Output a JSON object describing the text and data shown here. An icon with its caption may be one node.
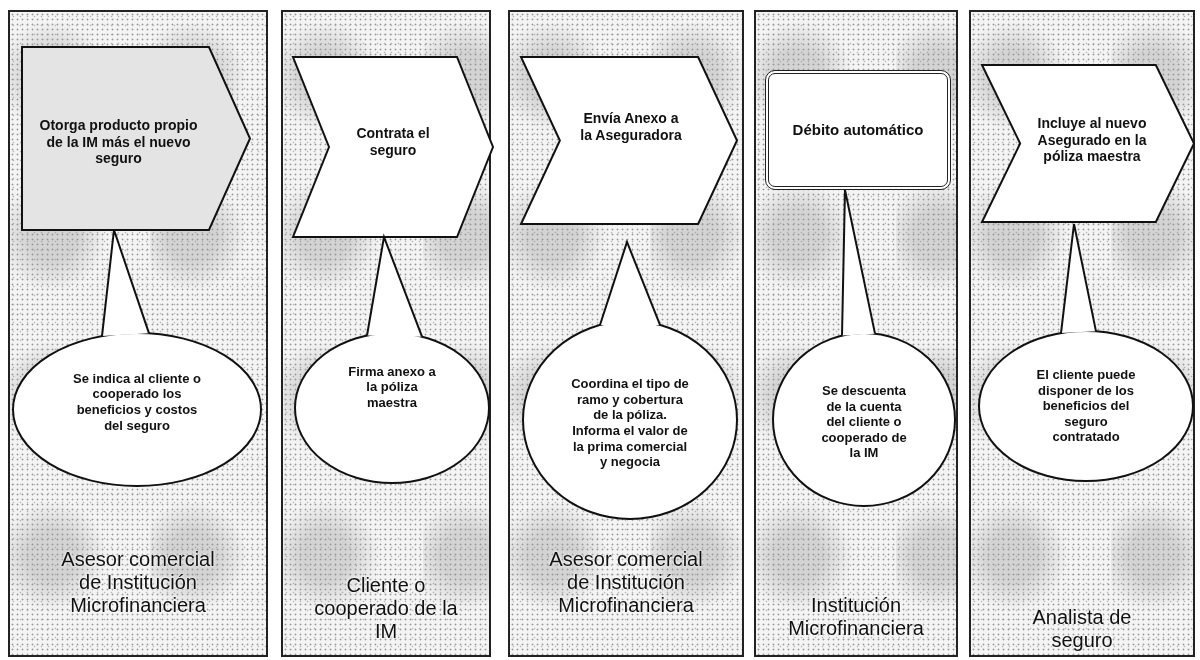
{
  "diagram": {
    "nodes": [
      {
        "text": [
          "Asesor comercial de Institución Microfinanciera"
        ]
      },
      {
        "text": [
          "Otorga producto propio de la IM más el nuevo seguro"
        ],
        "in": 0
      },
      {
        "text": [
          "Se indica al cliente o cooperado los beneficios y costos del seguro"
        ],
        "in": 0
      },
      {
        "text": [
          "Cliente o cooperado de la IM"
        ]
      },
      {
        "text": [
          "Contrata el seguro"
        ],
        "in": 3
      },
      {
        "text": [
          "Firma anexo a la póliza maestra"
        ],
        "in": 3
      },
      {
        "text": [
          "Asesor comercial de Institución Microfinanciera"
        ]
      },
      {
        "text": [
          "Envía Anexo a la Aseguradora"
        ],
        "in": 6
      },
      {
        "text": [
          "Coordina el tipo de ramo y cobertura de la póliza. Informa el valor de la prima comercial y negocia"
        ],
        "in": 6
      },
      {
        "text": [
          "Institución Microfinanciera"
        ]
      },
      {
        "text": [
          "Débito automático"
        ],
        "in": 9
      },
      {
        "text": [
          "Se descuenta de la cuenta del cliente o cooperado de la IM"
        ],
        "in": 9
      },
      {
        "text": [
          "Analista de seguro"
        ]
      },
      {
        "text": [
          "Incluye al nuevo Asegurado en la póliza maestra"
        ],
        "in": 12
      },
      {
        "text": [
          "El cliente puede disponer de los beneficios del seguro contratado"
        ],
        "in": 12
      }
    ]
  }
}
